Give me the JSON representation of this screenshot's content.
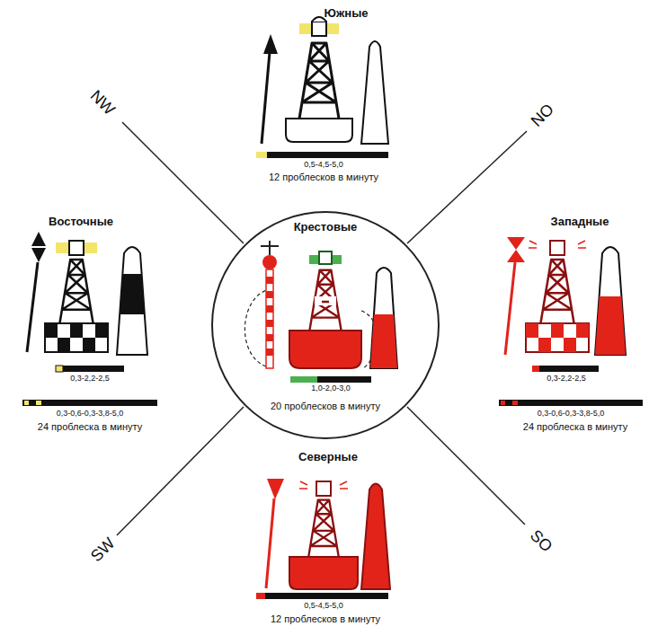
{
  "diagram": {
    "nodes": [
      {
        "text": [
          "Крестовые",
          "1,0-2,0-3,0",
          "20 проблесков в минуту"
        ]
      }
    ],
    "labels": [
      "Южные",
      "0,5-4,5-5,0",
      "12 проблесков в минуту",
      "NW",
      "NO",
      "Восточные",
      "0,3-2,2-2,5",
      "0,3-0,6-0,3-3,8-5,0",
      "24 проблеска в минуту",
      "Западные",
      "0,3-2,2-2,5",
      "0,3-0,6-0,3-3,8-5,0",
      "24 проблеска в минуту",
      "SW",
      "SO",
      "Северные",
      "0,5-4,5-5,0",
      "12 проблесков в минуту"
    ]
  }
}
